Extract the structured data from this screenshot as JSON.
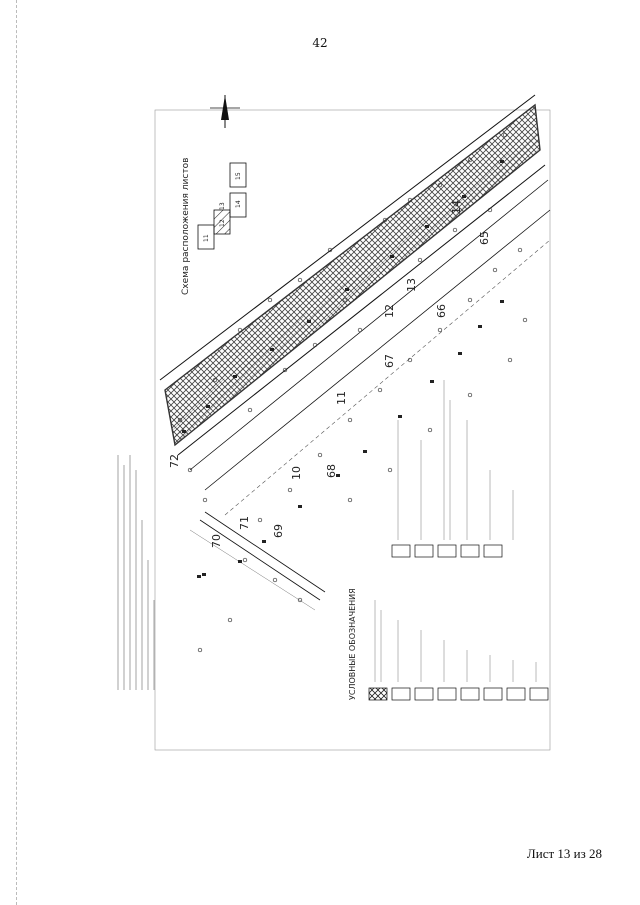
{
  "page": {
    "number": "42",
    "sheet_label": "Лист 13 из 28"
  },
  "scheme": {
    "title": "Схема расположения листов",
    "sheets": [
      "11",
      "12",
      "13",
      "14",
      "15"
    ]
  },
  "legend": {
    "title": "УСЛОВНЫЕ ОБОЗНАЧЕНИЯ"
  },
  "map": {
    "segment_labels": [
      "72",
      "71",
      "70",
      "69",
      "68",
      "67",
      "66",
      "65",
      "10",
      "11",
      "12",
      "13",
      "14"
    ]
  }
}
